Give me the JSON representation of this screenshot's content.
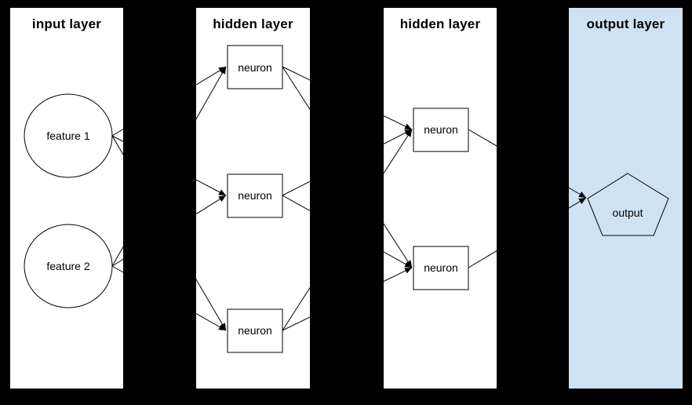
{
  "diagram": {
    "type": "neural-network-layers",
    "background_color": "#000000",
    "panel_color": "#ffffff",
    "output_panel_color": "#cfe2f3",
    "line_color": "#000000",
    "text_color": "#000000"
  },
  "layers": [
    {
      "label": "input layer",
      "background": "#ffffff",
      "nodes": [
        {
          "id": "f1",
          "label": "feature 1",
          "shape": "circle"
        },
        {
          "id": "f2",
          "label": "feature 2",
          "shape": "circle"
        }
      ]
    },
    {
      "label": "hidden layer",
      "background": "#ffffff",
      "nodes": [
        {
          "id": "h1n1",
          "label": "neuron",
          "shape": "rectangle"
        },
        {
          "id": "h1n2",
          "label": "neuron",
          "shape": "rectangle"
        },
        {
          "id": "h1n3",
          "label": "neuron",
          "shape": "rectangle"
        }
      ]
    },
    {
      "label": "hidden layer",
      "background": "#ffffff",
      "nodes": [
        {
          "id": "h2n1",
          "label": "neuron",
          "shape": "rectangle"
        },
        {
          "id": "h2n2",
          "label": "neuron",
          "shape": "rectangle"
        }
      ]
    },
    {
      "label": "output layer",
      "background": "#cfe2f3",
      "nodes": [
        {
          "id": "out",
          "label": "output",
          "shape": "pentagon"
        }
      ]
    }
  ],
  "connections": {
    "style": "arrow",
    "color": "#000000",
    "edges": [
      {
        "from": "f1",
        "to": "h1n1"
      },
      {
        "from": "f1",
        "to": "h1n2"
      },
      {
        "from": "f1",
        "to": "h1n3"
      },
      {
        "from": "f2",
        "to": "h1n1"
      },
      {
        "from": "f2",
        "to": "h1n2"
      },
      {
        "from": "f2",
        "to": "h1n3"
      },
      {
        "from": "h1n1",
        "to": "h2n1"
      },
      {
        "from": "h1n1",
        "to": "h2n2"
      },
      {
        "from": "h1n2",
        "to": "h2n1"
      },
      {
        "from": "h1n2",
        "to": "h2n2"
      },
      {
        "from": "h1n3",
        "to": "h2n1"
      },
      {
        "from": "h1n3",
        "to": "h2n2"
      },
      {
        "from": "h2n1",
        "to": "out"
      },
      {
        "from": "h2n2",
        "to": "out"
      }
    ]
  }
}
